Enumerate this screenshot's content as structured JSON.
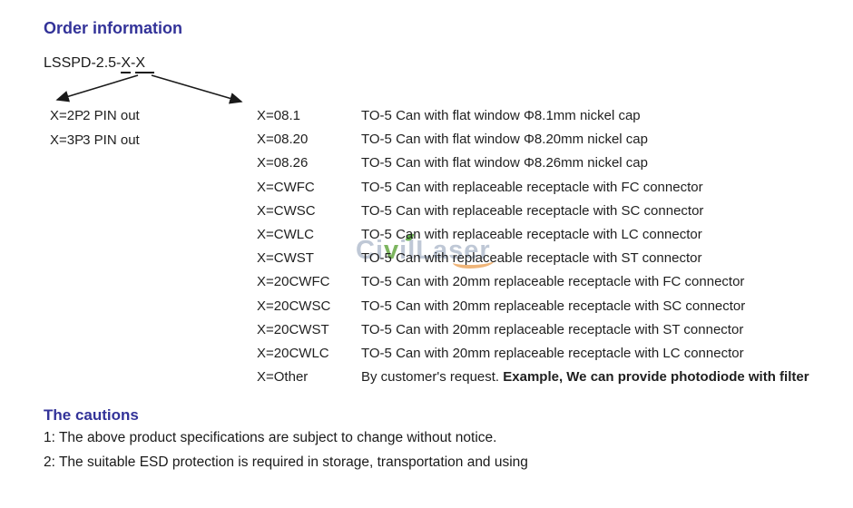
{
  "order": {
    "title": "Order information",
    "model": {
      "prefix": "LSSPD-2.5-",
      "x1": "X",
      "dash": "-",
      "x2": "X"
    },
    "pin_options": [
      {
        "code": "X=2P",
        "desc": "2 PIN out"
      },
      {
        "code": "X=3P",
        "desc": "3 PIN out"
      }
    ],
    "package_options": [
      {
        "code": "X=08.1",
        "desc": "TO-5 Can with flat window Φ8.1mm nickel cap",
        "desc_bold": ""
      },
      {
        "code": "X=08.20",
        "desc": "TO-5 Can with flat window Φ8.20mm nickel cap",
        "desc_bold": ""
      },
      {
        "code": "X=08.26",
        "desc": "TO-5 Can with flat window Φ8.26mm nickel cap",
        "desc_bold": ""
      },
      {
        "code": "X=CWFC",
        "desc": "TO-5 Can with replaceable receptacle with FC connector",
        "desc_bold": ""
      },
      {
        "code": "X=CWSC",
        "desc": "TO-5 Can with replaceable receptacle with SC connector",
        "desc_bold": ""
      },
      {
        "code": "X=CWLC",
        "desc": "TO-5 Can with replaceable receptacle with LC connector",
        "desc_bold": ""
      },
      {
        "code": "X=CWST",
        "desc": "TO-5 Can with replaceable receptacle with ST connector",
        "desc_bold": ""
      },
      {
        "code": "X=20CWFC",
        "desc": "TO-5 Can with 20mm replaceable receptacle with FC connector",
        "desc_bold": ""
      },
      {
        "code": "X=20CWSC",
        "desc": "TO-5 Can with 20mm replaceable receptacle with SC connector",
        "desc_bold": ""
      },
      {
        "code": "X=20CWST",
        "desc": "TO-5 Can with 20mm replaceable receptacle with ST connector",
        "desc_bold": ""
      },
      {
        "code": "X=20CWLC",
        "desc": "TO-5 Can with 20mm replaceable receptacle with LC connector",
        "desc_bold": ""
      },
      {
        "code": "X=Other",
        "desc": "By customer's request. ",
        "desc_bold": "Example, We can provide photodiode with filter"
      }
    ]
  },
  "watermark": {
    "part1": "Ci",
    "part2": "v",
    "part3": "ilLaser"
  },
  "cautions": {
    "title": "The cautions",
    "items": [
      "1: The above product specifications are subject to change without notice.",
      "2: The suitable ESD protection is required in storage, transportation and using"
    ]
  },
  "colors": {
    "heading": "#333399",
    "body": "#1a1a1a",
    "watermark_gray": "#b9c3d2",
    "watermark_green": "#6fae4e",
    "watermark_orange": "#e8923a"
  }
}
